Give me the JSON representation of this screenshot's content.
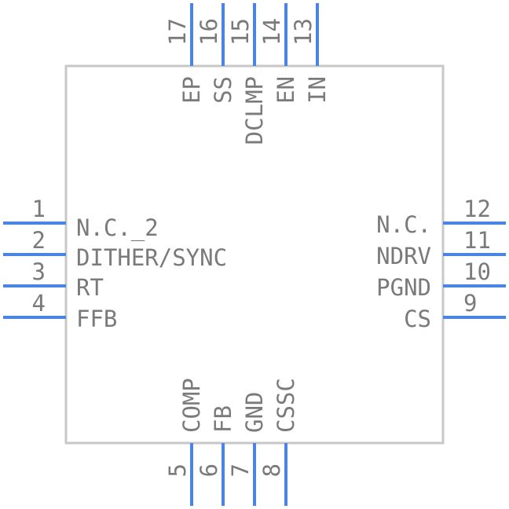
{
  "component": {
    "colors": {
      "pin": "#4a86e0",
      "body_outline": "#c8c8c8",
      "text": "#7a7a7a"
    },
    "left_pins": [
      {
        "number": "1",
        "name": "N.C._2"
      },
      {
        "number": "2",
        "name": "DITHER/SYNC"
      },
      {
        "number": "3",
        "name": "RT"
      },
      {
        "number": "4",
        "name": "FFB"
      }
    ],
    "right_pins": [
      {
        "number": "12",
        "name": "N.C."
      },
      {
        "number": "11",
        "name": "NDRV"
      },
      {
        "number": "10",
        "name": "PGND"
      },
      {
        "number": "9",
        "name": "CS"
      }
    ],
    "top_pins": [
      {
        "number": "17",
        "name": "EP"
      },
      {
        "number": "16",
        "name": "SS"
      },
      {
        "number": "15",
        "name": "DCLMP"
      },
      {
        "number": "14",
        "name": "EN"
      },
      {
        "number": "13",
        "name": "IN"
      }
    ],
    "bottom_pins": [
      {
        "number": "5",
        "name": "COMP"
      },
      {
        "number": "6",
        "name": "FB"
      },
      {
        "number": "7",
        "name": "GND"
      },
      {
        "number": "8",
        "name": "CSSC"
      }
    ]
  }
}
